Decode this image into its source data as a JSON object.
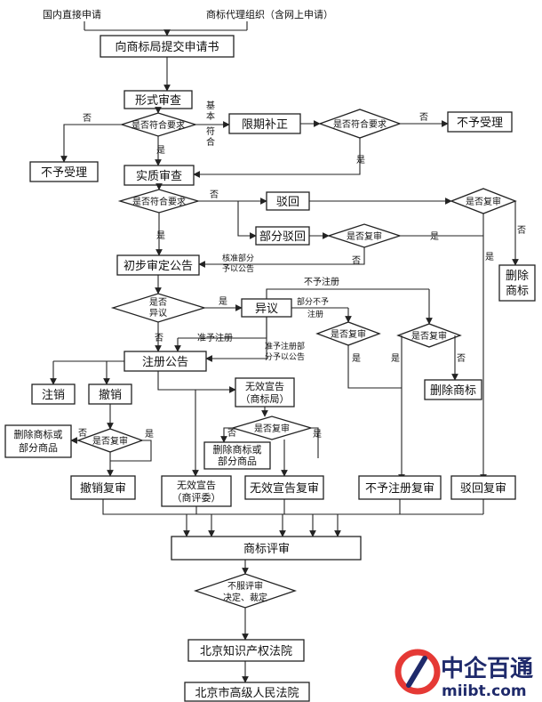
{
  "header": {
    "domestic": "国内直接申请",
    "agency": "商标代理组织（含网上申请）"
  },
  "nodes": {
    "submit": "向商标局提交申请书",
    "formal_review": "形式审查",
    "meets_1": "是否符合要求",
    "no_accept_left": "不予受理",
    "correction": "限期补正",
    "meets_2": "是否符合要求",
    "no_accept_right": "不予受理",
    "substantive": "实质审查",
    "meets_3": "是否符合要求",
    "reject": "驳回",
    "partial_reject": "部分驳回",
    "review_q_partial": "是否复审",
    "review_q_reject": "是否复审",
    "delete_mark_right_1": "删除",
    "delete_mark_right_2": "商标",
    "prelim_announce": "初步审定公告",
    "opp_q_1": "是否",
    "opp_q_2": "异议",
    "opposition": "异议",
    "review_q_opp_a": "是否复审",
    "review_q_opp_b": "是否复审",
    "delete_mark_mid": "删除商标",
    "reg_announce": "注册公告",
    "cancel_write": "注销",
    "revoke": "撤销",
    "delete_partial_left_1": "删除商标或",
    "delete_partial_left_2": "部分商品",
    "review_q_revoke": "是否复审",
    "invalid_tm_1": "无效宣告",
    "invalid_tm_2": "（商标局）",
    "review_q_invalid": "是否复审",
    "delete_partial_mid_1": "删除商标或",
    "delete_partial_mid_2": "部分商品",
    "revoke_review": "撤销复审",
    "invalid_board_1": "无效宣告",
    "invalid_board_2": "（商评委）",
    "invalid_review": "无效宣告复审",
    "no_reg_review": "不予注册复审",
    "reject_review": "驳回复审",
    "tm_review": "商标评审",
    "dissatisfy_1": "不服评审",
    "dissatisfy_2": "决定、裁定",
    "ip_court": "北京知识产权法院",
    "high_court": "北京市高级人民法院"
  },
  "labels": {
    "yes": "是",
    "no": "否",
    "basic_meet_1": "基",
    "basic_meet_2": "本",
    "basic_meet_3": "符",
    "basic_meet_4": "合",
    "approve_part_1": "核准部分",
    "approve_part_2": "予以公告",
    "no_register": "不予注册",
    "partial_no_1": "部分不予",
    "partial_no_2": "注册",
    "grant_register": "准予注册",
    "grant_part_1": "准予注册部",
    "grant_part_2": "分予以公告"
  },
  "watermark": {
    "cn": "中企百通",
    "url": "miibt.com"
  }
}
